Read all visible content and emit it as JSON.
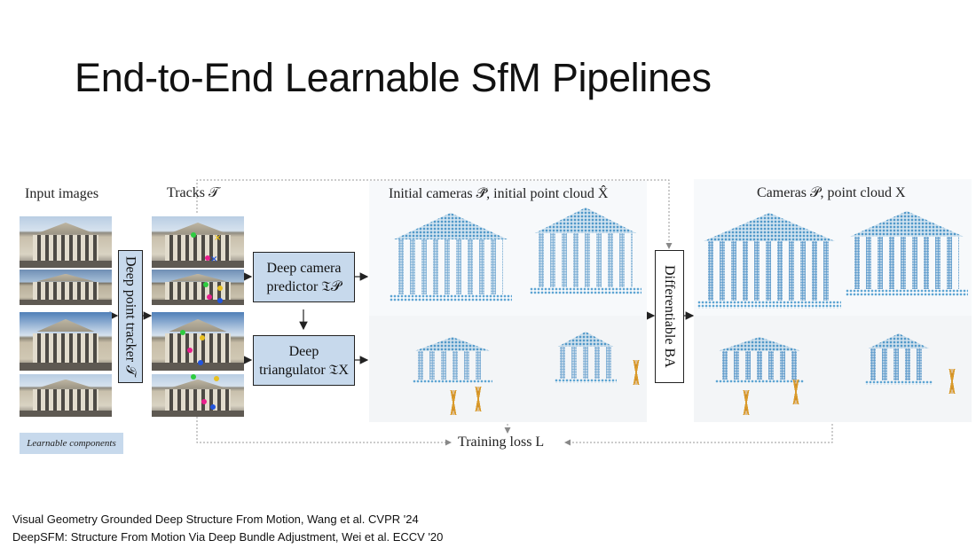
{
  "slide": {
    "title": "End-to-End Learnable SfM Pipelines"
  },
  "diagram": {
    "input_images_label": "Input images",
    "tracks_label": "Tracks 𝒯",
    "point_tracker_label": "Deep point tracker 𝒯",
    "camera_predictor_label_line1": "Deep camera",
    "camera_predictor_label_line2": "predictor 𝔗𝒫",
    "triangulator_label_line1": "Deep",
    "triangulator_label_line2": "triangulator 𝔗X",
    "initial_label": "Initial cameras 𝒫̂, initial point cloud X̂",
    "final_label": "Cameras 𝒫, point cloud X",
    "ba_label": "Differentiable BA",
    "loss_label": "Training loss L",
    "legend_label": "Learnable components",
    "colors": {
      "learnable": "#c7d9ec",
      "point_cloud": "#4f97c8",
      "camera_trace": "#d99a2b"
    }
  },
  "references": [
    "Visual Geometry Grounded Deep Structure From Motion, Wang et al. CVPR '24",
    "DeepSFM: Structure From Motion Via Deep Bundle Adjustment, Wei et al. ECCV '20"
  ]
}
